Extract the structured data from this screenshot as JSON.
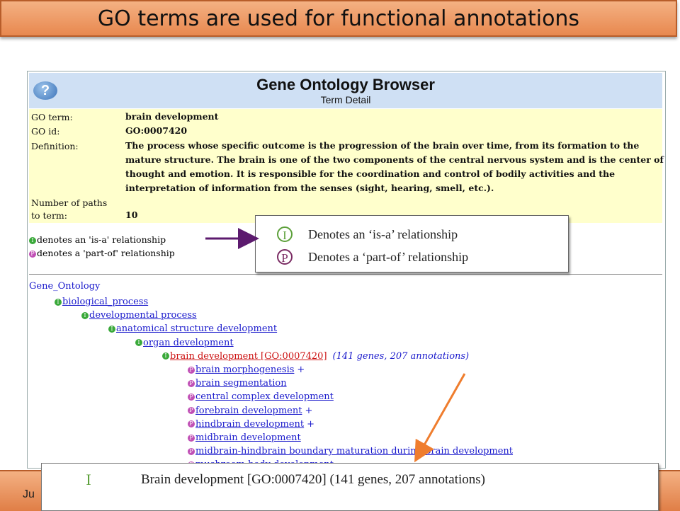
{
  "slide": {
    "title": "GO terms are used for functional annotations",
    "footer_text": "Ju",
    "colors": {
      "title_bar": "#e8884f",
      "arrow_purple": "#5c1a6e",
      "arrow_orange": "#ef7d2e"
    }
  },
  "browser": {
    "help_icon": "?",
    "title": "Gene Ontology Browser",
    "subtitle": "Term Detail",
    "details": [
      {
        "label": "GO term:",
        "value": "brain development"
      },
      {
        "label": "GO id:",
        "value": "GO:0007420"
      },
      {
        "label": "Definition:",
        "value": "The process whose specific outcome is the progression of the brain over time, from its formation to the mature structure. The brain is one of the two components of the central nervous system and is the center of thought and emotion. It is responsible for the coordination and control of bodily activities and the interpretation of information from the senses (sight, hearing, smell, etc.)."
      },
      {
        "label": "Number of paths",
        "value": ""
      },
      {
        "label": "to term:",
        "value": "10"
      }
    ],
    "legend": [
      {
        "badge": "I",
        "text": "denotes an 'is-a' relationship"
      },
      {
        "badge": "P",
        "text": "denotes a 'part-of' relationship"
      }
    ],
    "tree_root": "Gene_Ontology",
    "tree": [
      {
        "badge": "I",
        "label": "biological_process",
        "plus": "",
        "counts": ""
      },
      {
        "badge": "I",
        "label": "developmental process",
        "plus": "",
        "counts": ""
      },
      {
        "badge": "I",
        "label": "anatomical structure development",
        "plus": "",
        "counts": ""
      },
      {
        "badge": "I",
        "label": "organ development",
        "plus": "",
        "counts": ""
      },
      {
        "badge": "I",
        "label": "brain development [GO:0007420]",
        "plus": "",
        "counts": "(141 genes, 207 annotations)"
      },
      {
        "badge": "P",
        "label": "brain morphogenesis",
        "plus": "+",
        "counts": ""
      },
      {
        "badge": "P",
        "label": "brain segmentation",
        "plus": "",
        "counts": ""
      },
      {
        "badge": "P",
        "label": "central complex development",
        "plus": "",
        "counts": ""
      },
      {
        "badge": "P",
        "label": "forebrain development",
        "plus": "+",
        "counts": ""
      },
      {
        "badge": "P",
        "label": "hindbrain development",
        "plus": "+",
        "counts": ""
      },
      {
        "badge": "P",
        "label": "midbrain development",
        "plus": "",
        "counts": ""
      },
      {
        "badge": "P",
        "label": "midbrain-hindbrain boundary maturation during brain development",
        "plus": "",
        "counts": ""
      },
      {
        "badge": "P",
        "label": "mushroom body development",
        "plus": "",
        "counts": ""
      }
    ]
  },
  "callout": {
    "rows": [
      {
        "badge": "I",
        "text": "Denotes an ‘is-a’ relationship"
      },
      {
        "badge": "P",
        "text": "Denotes a ‘part-of’ relationship"
      }
    ]
  },
  "bottom_callout": {
    "badge": "I",
    "text": "Brain development [GO:0007420] (141 genes, 207 annotations)"
  }
}
